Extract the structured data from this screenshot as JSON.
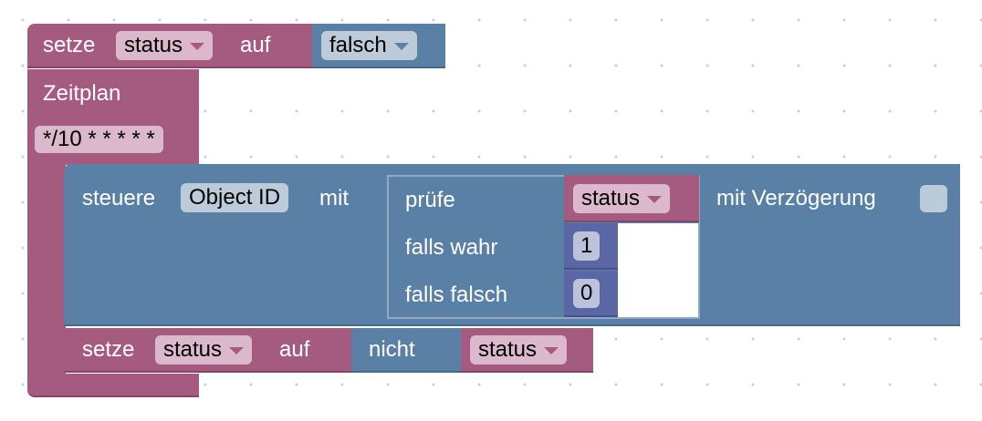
{
  "block_set_top": {
    "label_set": "setze",
    "variable": "status",
    "label_to": "auf",
    "value": "falsch"
  },
  "block_schedule": {
    "label": "Zeitplan",
    "cron": "*/10 * * * * *"
  },
  "block_control": {
    "label_control": "steuere",
    "object_id": "Object ID",
    "label_with": "mit",
    "label_delay": "mit Verzögerung",
    "delay_checked": false
  },
  "block_ternary": {
    "label_check": "prüfe",
    "condition_variable": "status",
    "label_if_true": "falls wahr",
    "value_true": "1",
    "label_if_false": "falls falsch",
    "value_false": "0"
  },
  "block_set_bottom": {
    "label_set": "setze",
    "variable": "status",
    "label_to": "auf",
    "label_not": "nicht",
    "not_variable": "status"
  },
  "colors": {
    "logic_pink": "#a55b80",
    "control_blue": "#5b80a5",
    "number_indigo": "#5b67a5"
  }
}
